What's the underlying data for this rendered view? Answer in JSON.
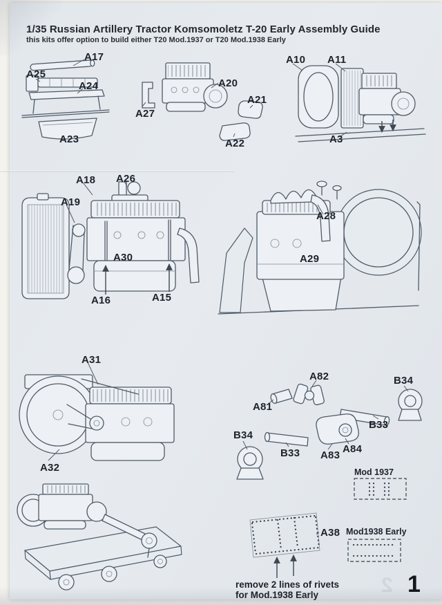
{
  "page": {
    "title": "1/35 Russian Artillery Tractor Komsomoletz T-20 Early Assembly Guide",
    "subtitle": "this kits offer option to build either T20 Mod.1937 or  T20 Mod.1938 Early",
    "page_number": "1",
    "bleed_number": "2"
  },
  "notes": {
    "mod_1937": "Mod 1937",
    "mod_1938": "Mod1938 Early",
    "rivet_note_line1": "remove 2 lines of  rivets",
    "rivet_note_line2": "for Mod.1938 Early"
  },
  "part_labels": {
    "a17": "A17",
    "a25": "A25",
    "a24": "A24",
    "a23": "A23",
    "a27": "A27",
    "a20": "A20",
    "a21": "A21",
    "a22": "A22",
    "a10": "A10",
    "a11": "A11",
    "a3": "A3",
    "a18": "A18",
    "a26": "A26",
    "a19": "A19",
    "a30": "A30",
    "a16": "A16",
    "a15": "A15",
    "a28": "A28",
    "a29": "A29",
    "a31": "A31",
    "a32": "A32",
    "a81": "A81",
    "a82": "A82",
    "b34_right": "B34",
    "b33_right": "B33",
    "b34_left": "B34",
    "b33_left": "B33",
    "a83": "A83",
    "a84": "A84",
    "a38": "A38"
  },
  "colors": {
    "paper": "#e3e8ed",
    "ink": "#4e5a68",
    "text": "#23262e"
  }
}
